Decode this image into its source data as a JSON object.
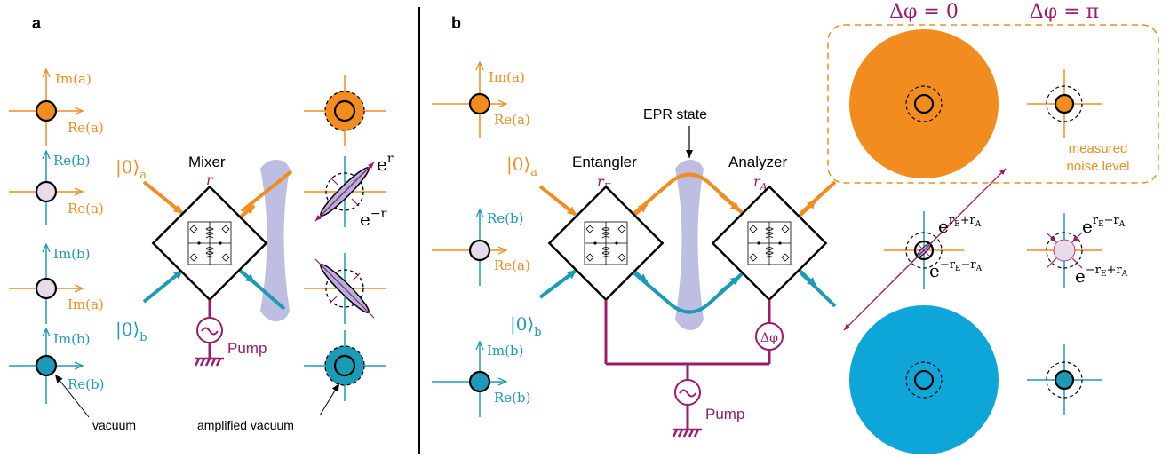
{
  "panels": {
    "a": {
      "label": "a",
      "axes": [
        {
          "im": "Im(a)",
          "re": "Re(a)"
        },
        {
          "im": "Re(b)",
          "re": "Re(a)"
        },
        {
          "im": "Im(b)",
          "re": "Im(a)"
        },
        {
          "im": "Im(b)",
          "re": "Re(b)"
        }
      ],
      "input_a": "|0⟩",
      "input_a_sub": "a",
      "input_b": "|0⟩",
      "input_b_sub": "b",
      "mixer_label": "Mixer",
      "mixer_param": "r",
      "pump_label": "Pump",
      "squeeze_up": "e",
      "squeeze_up_sup": "r",
      "squeeze_down": "e",
      "squeeze_down_sup": "−r",
      "vacuum_label": "vacuum",
      "amplified_label": "amplified vacuum"
    },
    "b": {
      "label": "b",
      "axes": [
        {
          "im": "Im(a)",
          "re": "Re(a)"
        },
        {
          "im": "Re(b)",
          "re": "Re(a)"
        },
        {
          "im": "Im(b)",
          "re": "Re(b)"
        }
      ],
      "input_a": "|0⟩",
      "input_a_sub": "a",
      "input_b": "|0⟩",
      "input_b_sub": "b",
      "epr_label": "EPR state",
      "entangler_label": "Entangler",
      "entangler_param": "r",
      "entangler_param_sub": "E",
      "analyzer_label": "Analyzer",
      "analyzer_param": "r",
      "analyzer_param_sub": "A",
      "phase_box": "Δφ",
      "pump_label": "Pump",
      "phase0": "Δφ = 0",
      "phasepi": "Δφ = π",
      "measured_label_1": "measured",
      "measured_label_2": "noise level",
      "exp1": "e",
      "exp1_sup": "r",
      "exp1_sup_sub": "E",
      "exp1_sup_mid": "+r",
      "exp1_sup_sub2": "A",
      "exp2": "e",
      "exp2_sup": "−r",
      "exp2_sup_sub": "E",
      "exp2_sup_mid": "−r",
      "exp2_sup_sub2": "A",
      "exp3": "e",
      "exp3_sup": "r",
      "exp3_sup_sub": "E",
      "exp3_sup_mid": "−r",
      "exp3_sup_sub2": "A",
      "exp4": "e",
      "exp4_sup": "−r",
      "exp4_sup_sub": "E",
      "exp4_sup_mid": "+r",
      "exp4_sup_sub2": "A"
    }
  },
  "colors": {
    "orange": "#f28c1e",
    "blue": "#1b9bb6",
    "purple": "#9b1b6e",
    "vacuum_fill": "#e8dbe8",
    "epr": "#b3b3dd",
    "big_orange": "#f28c1e",
    "big_blue": "#0ea5d8"
  }
}
